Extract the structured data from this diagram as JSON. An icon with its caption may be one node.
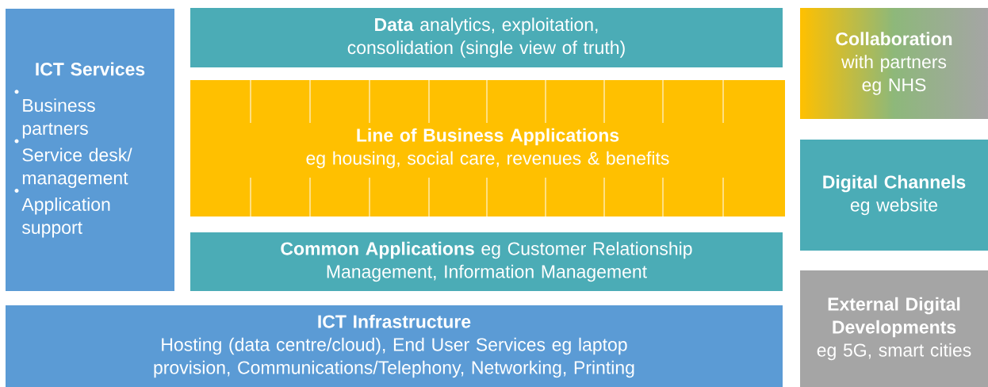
{
  "diagram": {
    "nodes": [
      {
        "text": [
          "ICT Services",
          "Business partners",
          "Service desk/ management",
          "Application support"
        ]
      },
      {
        "text": [
          "**Data** analytics, exploitation, consolidation (single view of truth)"
        ]
      },
      {
        "text": [
          "Line of Business Applications",
          "eg housing, social care, revenues & benefits"
        ]
      },
      {
        "text": [
          "**Common Applications** eg Customer Relationship Management, Information Management"
        ]
      },
      {
        "text": [
          "ICT Infrastructure",
          "Hosting (data centre/cloud), End User Services eg laptop provision, Communications/Telephony, Networking, Printing"
        ]
      },
      {
        "text": [
          "Collaboration",
          "with partners eg NHS"
        ]
      },
      {
        "text": [
          "Digital Channels",
          "eg website"
        ]
      },
      {
        "text": [
          "External Digital Developments",
          "eg 5G, smart cities"
        ]
      }
    ]
  }
}
